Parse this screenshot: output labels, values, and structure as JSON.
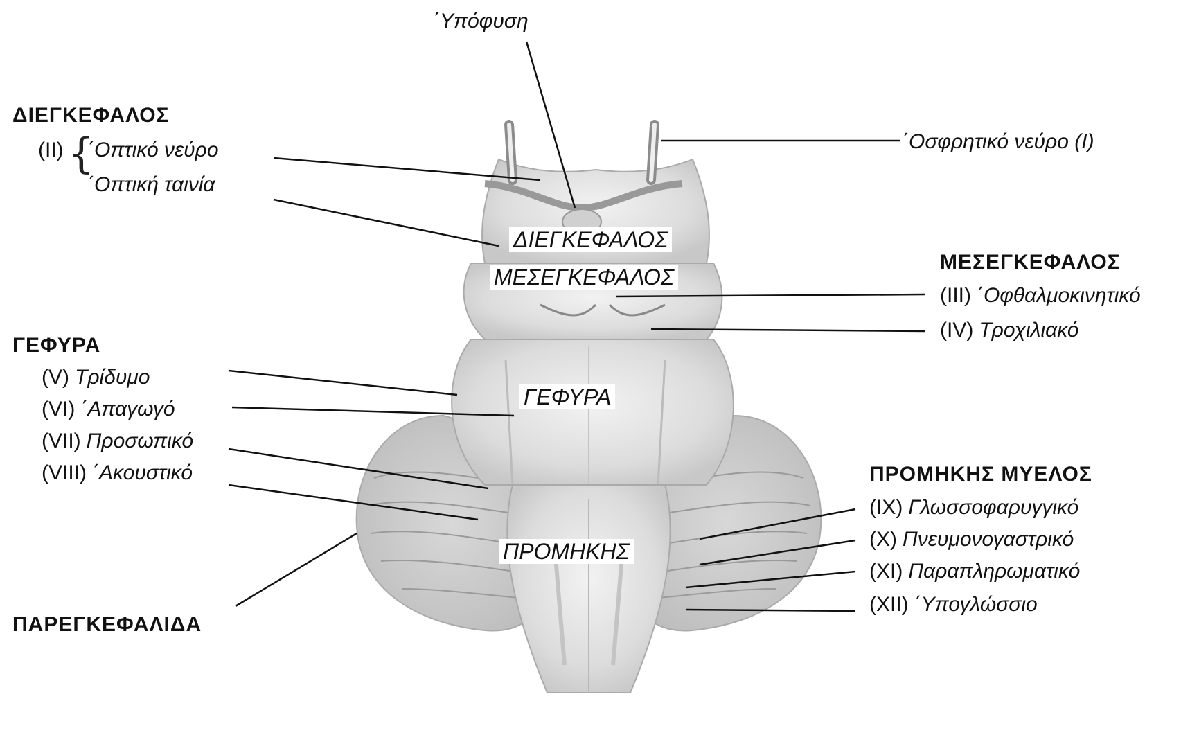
{
  "top_label": "΄Υπόφυση",
  "sections": {
    "diencephalon": "ΔΙΕΓΚΕΦΑΛΟΣ",
    "mesencephalon": "ΜΕΣΕΓΚΕΦΑΛΟΣ",
    "pons": "ΓΕΦΥΡΑ",
    "medulla": "ΠΡΟΜΗΚΗΣ ΜΥΕΛΟΣ",
    "cerebellum": "ΠΑΡΕΓΚΕΦΑΛΙΔΑ"
  },
  "inline_labels": {
    "diencephalon": "ΔΙΕΓΚΕΦΑΛΟΣ",
    "mesencephalon": "ΜΕΣΕΓΚΕΦΑΛΟΣ",
    "pons": "ΓΕΦΥΡΑ",
    "medulla": "ΠΡΟΜΗΚΗΣ"
  },
  "optic": {
    "numeral": "(II)",
    "nerve": "΄Οπτικό  νεύρο",
    "tract": "΄Οπτική ταινία"
  },
  "olfactory": "΄Οσφρητικό  νεύρο  (I)",
  "midbrain_nerves": [
    {
      "num": "(III)",
      "name": "΄Οφθαλμοκινητικό"
    },
    {
      "num": "(IV)",
      "name": "Τροχιλιακό"
    }
  ],
  "pons_nerves": [
    {
      "num": "(V)",
      "name": "Τρίδυμο"
    },
    {
      "num": "(VI)",
      "name": "΄Απαγωγό"
    },
    {
      "num": "(VII)",
      "name": "Προσωπικό"
    },
    {
      "num": "(VIII)",
      "name": "΄Ακουστικό"
    }
  ],
  "medulla_nerves": [
    {
      "num": "(IX)",
      "name": "Γλωσσοφαρυγγικό"
    },
    {
      "num": "(X)",
      "name": "Πνευμονογαστρικό"
    },
    {
      "num": "(XI)",
      "name": "Παραπληρωματικό"
    },
    {
      "num": "(XII)",
      "name": "΄Υπογλώσσιο"
    }
  ],
  "colors": {
    "ink": "#111111",
    "shade": "#9a9a9a",
    "tissue": "#e4e4e4"
  }
}
